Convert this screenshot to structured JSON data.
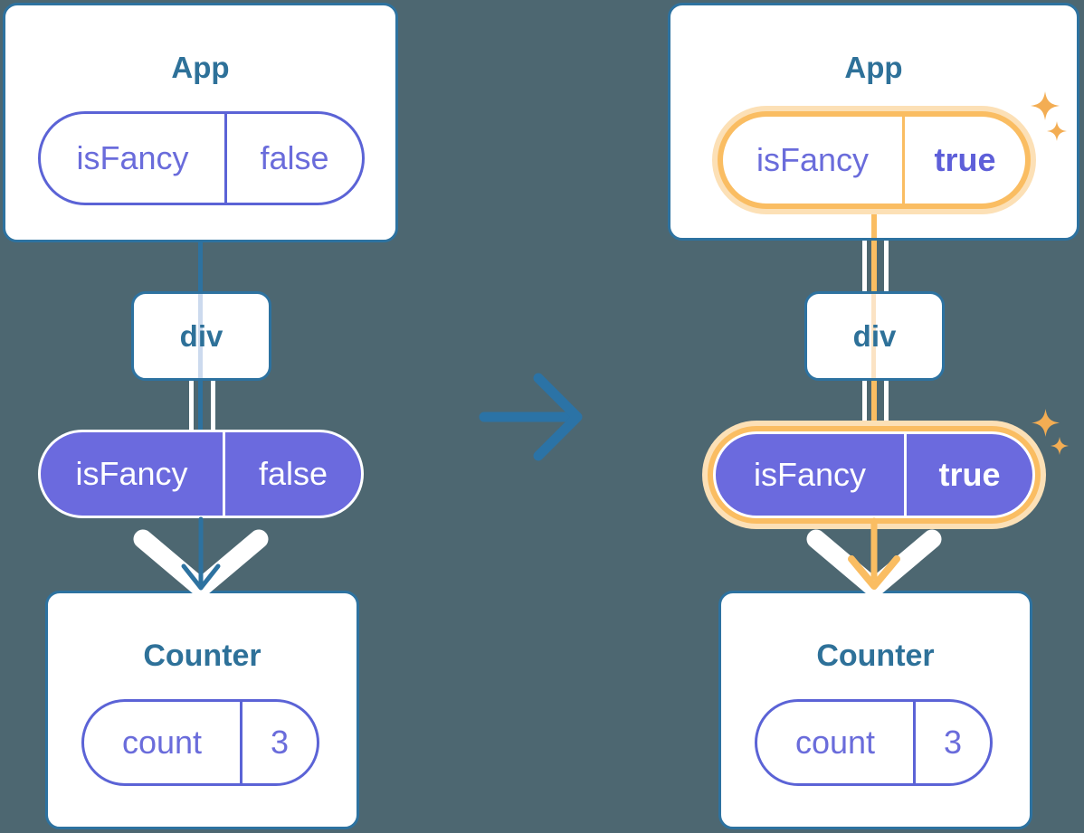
{
  "colors": {
    "background": "#4d6771",
    "card_border": "#2d72a0",
    "heading_text": "#2e7199",
    "purple_fill": "#6b6ade",
    "purple_outline": "#5b63d6",
    "purple_text": "#6a6cdb",
    "highlight_orange": "#fabd62",
    "highlight_orange_light": "#fce0b6",
    "sparkle": "#f3ad53",
    "white": "#ffffff"
  },
  "before": {
    "app": {
      "title": "App",
      "prop": {
        "name": "isFancy",
        "value": "false"
      }
    },
    "div": {
      "label": "div"
    },
    "state_pill": {
      "name": "isFancy",
      "value": "false"
    },
    "counter": {
      "title": "Counter",
      "state": {
        "name": "count",
        "value": "3"
      }
    }
  },
  "after": {
    "app": {
      "title": "App",
      "prop": {
        "name": "isFancy",
        "value": "true"
      }
    },
    "div": {
      "label": "div"
    },
    "state_pill": {
      "name": "isFancy",
      "value": "true"
    },
    "counter": {
      "title": "Counter",
      "state": {
        "name": "count",
        "value": "3"
      }
    }
  }
}
